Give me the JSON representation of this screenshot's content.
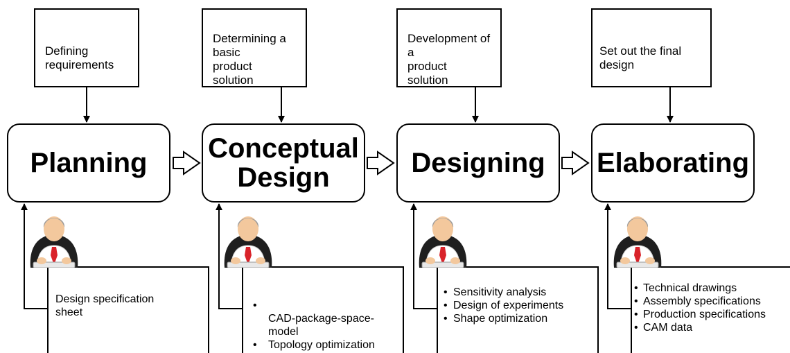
{
  "phases": [
    {
      "title": "Planning",
      "task": "Defining requirements",
      "outputs": [
        "Design specification sheet"
      ]
    },
    {
      "title": "Conceptual\nDesign",
      "task": "Determining a basic\nproduct solution",
      "outputs": [
        "CAD-package-space-\nmodel",
        "Topology optimization"
      ]
    },
    {
      "title": "Designing",
      "task": "Development of a\nproduct solution",
      "outputs": [
        "Sensitivity analysis",
        "Design of experiments",
        "Shape optimization"
      ]
    },
    {
      "title": "Elaborating",
      "task": "Set out the final design",
      "outputs": [
        "Technical drawings",
        "Assembly specifications",
        "Production specifications",
        "CAM data"
      ]
    }
  ],
  "icons": {
    "flow_arrow": "hollow-right-arrow-icon",
    "user": "office-worker-icon"
  },
  "colors": {
    "tie": "#d9232a",
    "skin": "#f3c89d",
    "hair": "#9b9b9b",
    "chair": "#1f1f1f"
  }
}
